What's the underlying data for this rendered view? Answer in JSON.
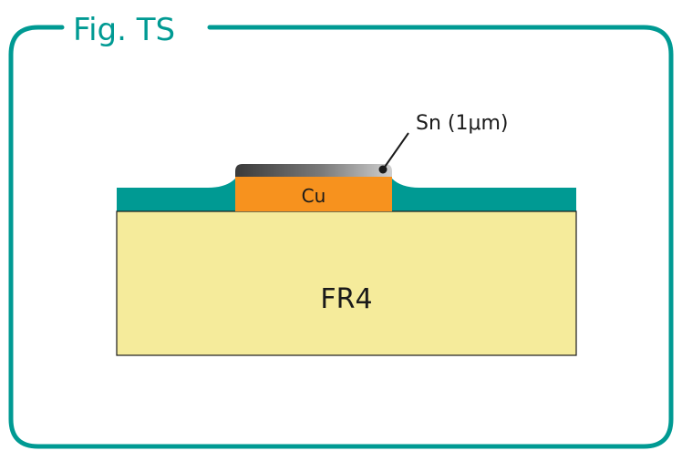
{
  "figure": {
    "title": "Fig. TS",
    "colors": {
      "frame": "#009a93",
      "solder_mask": "#009a93",
      "substrate": "#f5eb9b",
      "copper": "#f7921e",
      "tin_dark": "#3a3a3a",
      "tin_light": "#c8c8c8",
      "text": "#1a1a1a"
    }
  },
  "layers": {
    "substrate_label": "FR4",
    "copper_label": "Cu",
    "tin_label": "Sn (1μm)"
  }
}
